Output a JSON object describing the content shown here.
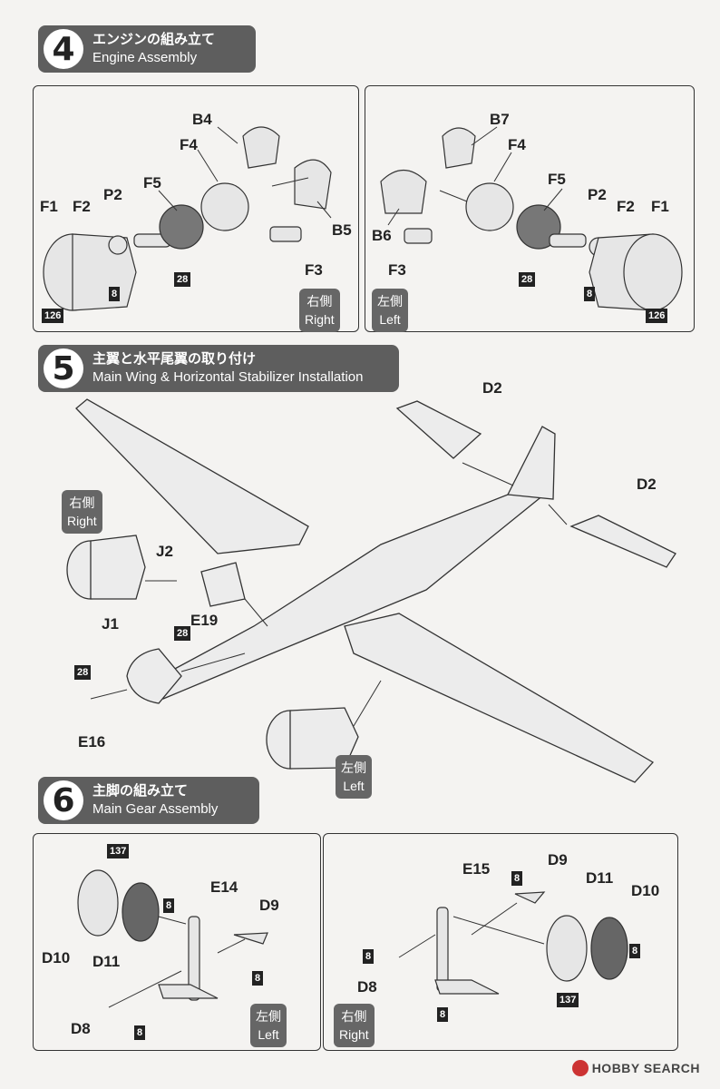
{
  "steps": [
    {
      "num": "4",
      "jp": "エンジンの組み立て",
      "en": "Engine Assembly"
    },
    {
      "num": "5",
      "jp": "主翼と水平尾翼の取り付け",
      "en": "Main Wing & Horizontal Stabilizer Installation"
    },
    {
      "num": "6",
      "jp": "主脚の組み立て",
      "en": "Main Gear Assembly"
    }
  ],
  "step4": {
    "right_panel": {
      "parts": {
        "b4": "B4",
        "f4": "F4",
        "f5": "F5",
        "p2": "P2",
        "f2": "F2",
        "f1": "F1",
        "b5": "B5",
        "f3": "F3"
      },
      "paints": {
        "p28": "28",
        "p8": "8",
        "p126": "126"
      },
      "side": {
        "jp": "右側",
        "en": "Right"
      }
    },
    "left_panel": {
      "parts": {
        "b7": "B7",
        "f4": "F4",
        "f5": "F5",
        "p2": "P2",
        "f2": "F2",
        "f1": "F1",
        "b6": "B6",
        "f3": "F3"
      },
      "paints": {
        "p28": "28",
        "p8": "8",
        "p126": "126"
      },
      "side": {
        "jp": "左側",
        "en": "Left"
      }
    }
  },
  "step5": {
    "parts": {
      "d2_top": "D2",
      "d2_right": "D2",
      "j2": "J2",
      "j1": "J1",
      "e19": "E19",
      "e16": "E16"
    },
    "paints": {
      "p28a": "28",
      "p28b": "28"
    },
    "side_right": {
      "jp": "右側",
      "en": "Right"
    },
    "side_left": {
      "jp": "左側",
      "en": "Left"
    }
  },
  "step6": {
    "left_panel": {
      "parts": {
        "e14": "E14",
        "d9": "D9",
        "d10": "D10",
        "d11": "D11",
        "d8": "D8"
      },
      "paints": {
        "p137": "137",
        "p8a": "8",
        "p8b": "8",
        "p8c": "8"
      },
      "side": {
        "jp": "左側",
        "en": "Left"
      }
    },
    "right_panel": {
      "parts": {
        "e15": "E15",
        "d9": "D9",
        "d11": "D11",
        "d10": "D10",
        "d8": "D8"
      },
      "paints": {
        "p8a": "8",
        "p8b": "8",
        "p8c": "8",
        "p8d": "8",
        "p137": "137"
      },
      "side": {
        "jp": "右側",
        "en": "Right"
      }
    }
  },
  "watermark": "HOBBY SEARCH"
}
